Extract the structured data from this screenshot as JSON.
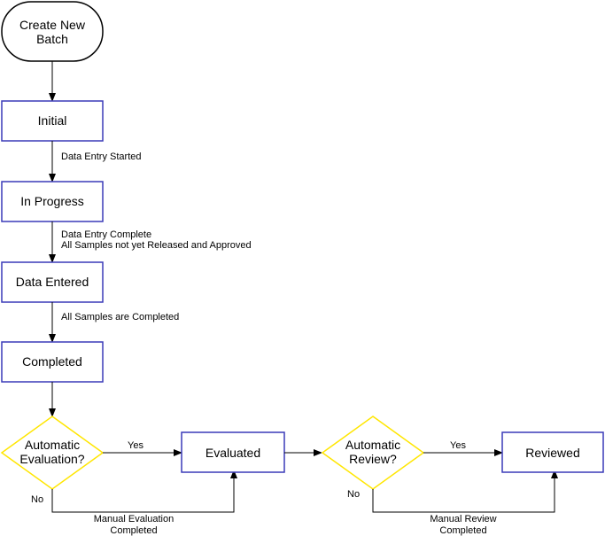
{
  "nodes": {
    "start": [
      "Create New",
      "Batch"
    ],
    "initial": "Initial",
    "in_progress": "In Progress",
    "data_entered": "Data Entered",
    "completed": "Completed",
    "auto_eval": [
      "Automatic",
      "Evaluation?"
    ],
    "evaluated": "Evaluated",
    "auto_review": [
      "Automatic",
      "Review?"
    ],
    "reviewed": "Reviewed"
  },
  "edges": {
    "data_entry_started": "Data Entry Started",
    "data_entry_complete": [
      "Data Entry Complete",
      "All Samples not yet Released and Approved"
    ],
    "all_samples_completed": "All Samples are Completed",
    "eval_yes": "Yes",
    "eval_no": "No",
    "manual_evaluation": [
      "Manual Evaluation",
      "Completed"
    ],
    "review_yes": "Yes",
    "review_no": "No",
    "manual_review": [
      "Manual Review",
      "Completed"
    ]
  },
  "colors": {
    "state_border": "#3a3ab8",
    "decision_border": "#ffe600",
    "line": "#000000"
  }
}
